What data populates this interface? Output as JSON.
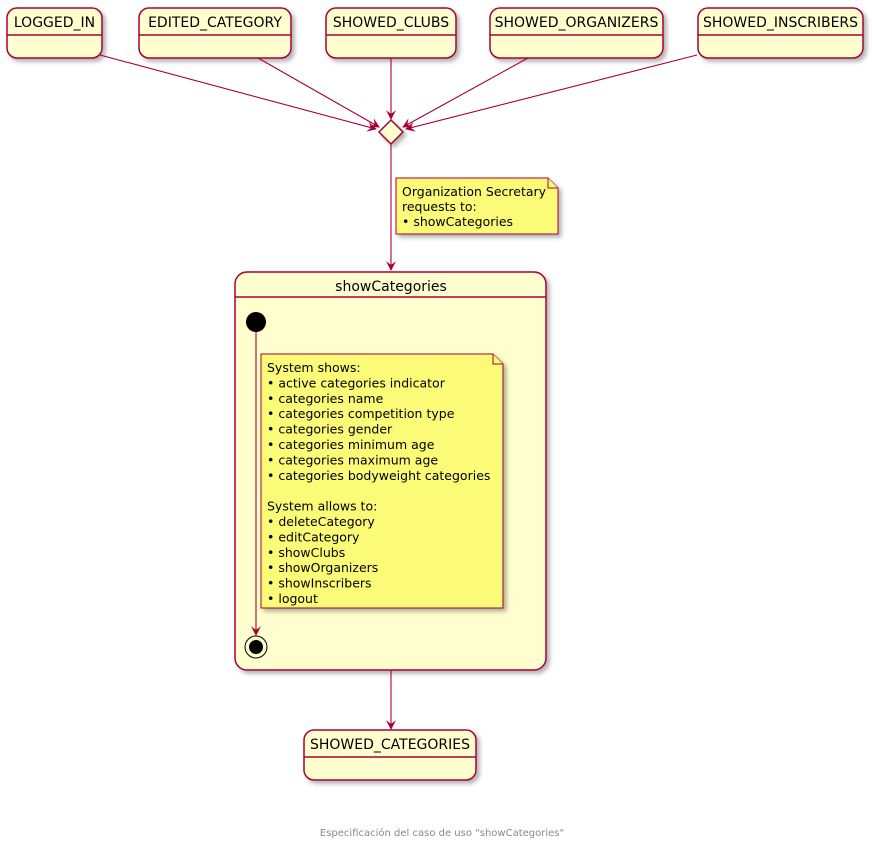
{
  "colors": {
    "state_fill": "#FEFECE",
    "state_border": "#A80036",
    "note_fill": "#FBFB77",
    "note_border": "#A80036",
    "arrow": "#A80036",
    "footer": "#888888"
  },
  "states": {
    "logged_in": "LOGGED_IN",
    "edited_category": "EDITED_CATEGORY",
    "showed_clubs": "SHOWED_CLUBS",
    "showed_organizers": "SHOWED_ORGANIZERS",
    "showed_inscribers": "SHOWED_INSCRIBERS",
    "showed_categories": "SHOWED_CATEGORIES"
  },
  "composite": {
    "title": "showCategories"
  },
  "notes": {
    "request": [
      "Organization Secretary",
      "requests to:",
      "• showCategories"
    ],
    "system": [
      "System shows:",
      "• active categories indicator",
      "• categories name",
      "• categories competition type",
      "• categories gender",
      "• categories minimum age",
      "• categories maximum age",
      "• categories bodyweight categories",
      "",
      "System allows to:",
      "• deleteCategory",
      "• editCategory",
      "• showClubs",
      "• showOrganizers",
      "• showInscribers",
      "• logout"
    ]
  },
  "footer": "Especificación del caso de uso \"showCategories\""
}
